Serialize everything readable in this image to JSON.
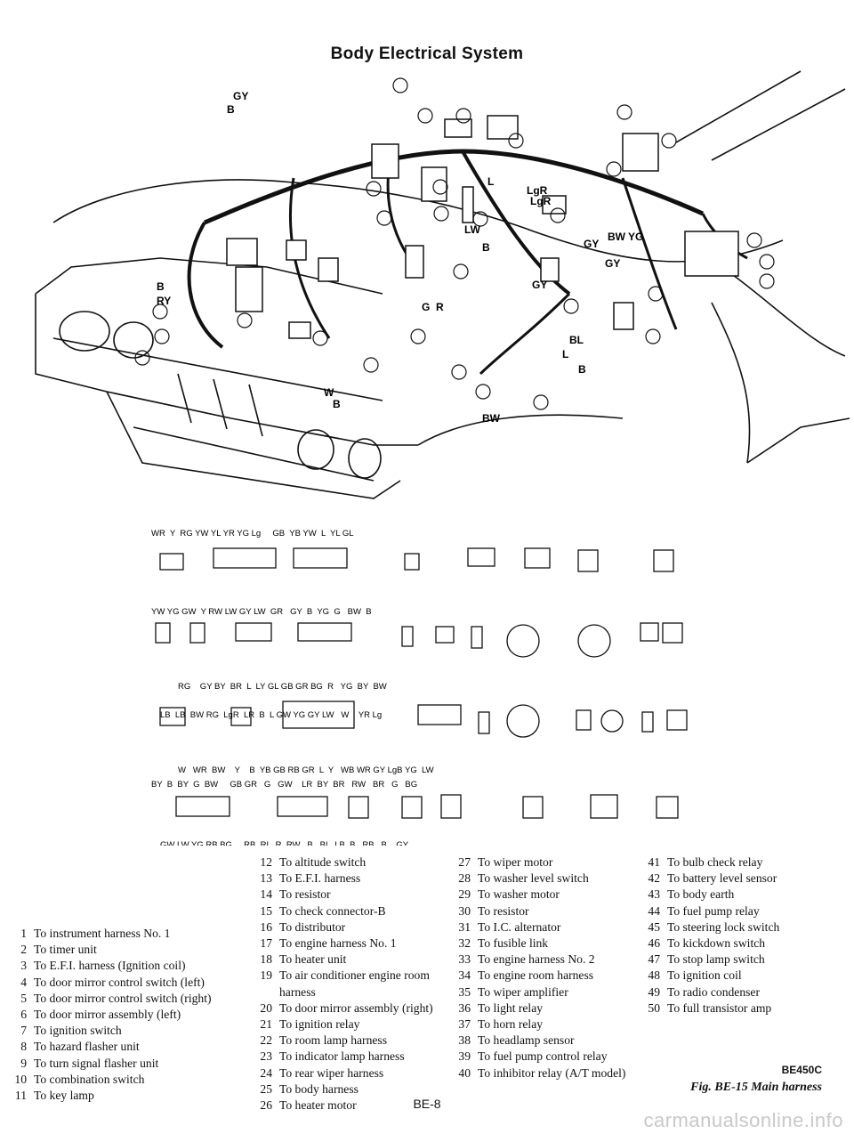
{
  "header": {
    "title": "Body Electrical System"
  },
  "figure": {
    "callouts": [
      "GY",
      "B",
      "L",
      "LgR",
      "LgR",
      "LW",
      "B",
      "GY",
      "BW",
      "YG",
      "GY",
      "GY",
      "G",
      "R",
      "BL",
      "L",
      "B",
      "W",
      "B",
      "BW",
      "B",
      "RY"
    ],
    "connector_codes_row1": "WR  Y  RG YW YL YR YG Lg     GB  YB YW  L  YL GL",
    "connector_codes_row2": "YW YG GW  Y RW LW GY LW  GR   GY  B  YG  G   BW  B",
    "connector_codes_row3": "RG    GY BY  BR  L  LY GL GB GR BG  R   YG  BY  BW",
    "connector_codes_row4": "LB  LB  BW RG  LgR  LR  B  L GW YG GY LW   W    YR Lg",
    "connector_codes_row5": "W   WR  BW    Y    B  YB GB RB GR  L  Y   WB WR GY LgB YG  LW",
    "connector_codes_row6": "BY  B  BY  G  BW     GB GR   G   GW    LR  BY  BR   RW   BR   G   BG",
    "connector_codes_row7": "GW LW YG RB BG     RB  RL  R  RW   B   BL  LB  B   RB   B    GY"
  },
  "legend": {
    "col1": [
      {
        "n": "1",
        "t": "To instrument harness No. 1"
      },
      {
        "n": "2",
        "t": "To timer unit"
      },
      {
        "n": "3",
        "t": "To E.F.I. harness (Ignition coil)"
      },
      {
        "n": "4",
        "t": "To door mirror control switch (left)"
      },
      {
        "n": "5",
        "t": "To door mirror control switch (right)"
      },
      {
        "n": "6",
        "t": "To door mirror assembly (left)"
      },
      {
        "n": "7",
        "t": "To ignition switch"
      },
      {
        "n": "8",
        "t": "To hazard flasher unit"
      },
      {
        "n": "9",
        "t": "To turn signal flasher unit"
      },
      {
        "n": "10",
        "t": "To combination switch"
      },
      {
        "n": "11",
        "t": "To key lamp"
      }
    ],
    "col2": [
      {
        "n": "12",
        "t": "To altitude switch"
      },
      {
        "n": "13",
        "t": "To E.F.I. harness"
      },
      {
        "n": "14",
        "t": "To resistor"
      },
      {
        "n": "15",
        "t": "To check connector-B"
      },
      {
        "n": "16",
        "t": "To distributor"
      },
      {
        "n": "17",
        "t": "To engine harness No. 1"
      },
      {
        "n": "18",
        "t": "To heater unit"
      },
      {
        "n": "19",
        "t": "To air conditioner engine room"
      },
      {
        "n": "",
        "t": "harness"
      },
      {
        "n": "20",
        "t": "To door mirror assembly (right)"
      },
      {
        "n": "21",
        "t": "To ignition relay"
      },
      {
        "n": "22",
        "t": "To room lamp harness"
      },
      {
        "n": "23",
        "t": "To indicator lamp harness"
      },
      {
        "n": "24",
        "t": "To rear wiper harness"
      },
      {
        "n": "25",
        "t": "To body harness"
      },
      {
        "n": "26",
        "t": "To heater motor"
      }
    ],
    "col3": [
      {
        "n": "27",
        "t": "To wiper motor"
      },
      {
        "n": "28",
        "t": "To washer level switch"
      },
      {
        "n": "29",
        "t": "To washer motor"
      },
      {
        "n": "30",
        "t": "To resistor"
      },
      {
        "n": "31",
        "t": "To I.C. alternator"
      },
      {
        "n": "32",
        "t": "To fusible link"
      },
      {
        "n": "33",
        "t": "To engine harness No. 2"
      },
      {
        "n": "34",
        "t": "To engine room harness"
      },
      {
        "n": "35",
        "t": "To wiper amplifier"
      },
      {
        "n": "36",
        "t": "To light relay"
      },
      {
        "n": "37",
        "t": "To horn relay"
      },
      {
        "n": "38",
        "t": "To headlamp sensor"
      },
      {
        "n": "39",
        "t": "To fuel pump control relay"
      },
      {
        "n": "40",
        "t": "To inhibitor relay (A/T model)"
      }
    ],
    "col4": [
      {
        "n": "41",
        "t": "To bulb check relay"
      },
      {
        "n": "42",
        "t": "To battery level sensor"
      },
      {
        "n": "43",
        "t": "To body earth"
      },
      {
        "n": "44",
        "t": "To fuel pump relay"
      },
      {
        "n": "45",
        "t": "To steering lock switch"
      },
      {
        "n": "46",
        "t": "To kickdown switch"
      },
      {
        "n": "47",
        "t": "To stop lamp switch"
      },
      {
        "n": "48",
        "t": "To ignition coil"
      },
      {
        "n": "49",
        "t": "To radio condenser"
      },
      {
        "n": "50",
        "t": "To full transistor amp"
      }
    ]
  },
  "figure_code": "BE450C",
  "caption": "Fig. BE-15 Main harness",
  "page_number": "BE-8",
  "watermark": "carmanualsonline.info"
}
